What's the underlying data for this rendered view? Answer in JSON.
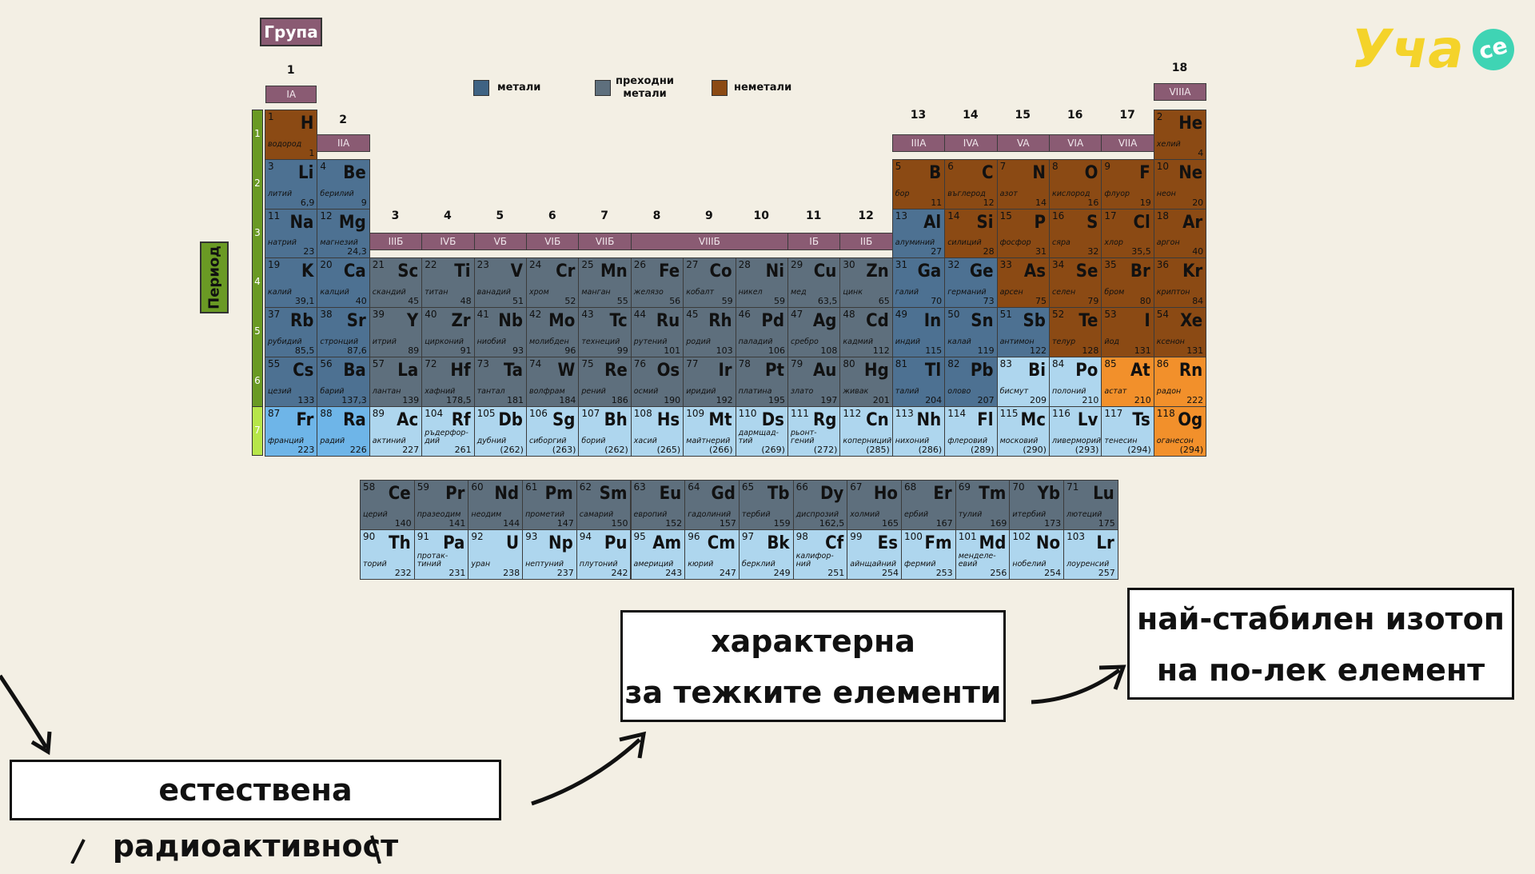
{
  "labels": {
    "group": "Група",
    "period": "Период"
  },
  "logo": {
    "text": "Уча",
    "badge": "се"
  },
  "legend": [
    {
      "label": "метали",
      "color": "#3f6383"
    },
    {
      "label": "преходни\nметали",
      "color": "#5e6f7d"
    },
    {
      "label": "неметали",
      "color": "#8b4a14"
    }
  ],
  "colors": {
    "metal": "#4d7192",
    "transition": "#5e6f7d",
    "nonmetal": "#8b4a14",
    "light": "#aed6ee",
    "blue": "#6eb5e8",
    "orange": "#f2902b",
    "roman": "#8a5b73",
    "periodbar": "#6a9a24"
  },
  "group_numbers": [
    "1",
    "2",
    "3",
    "4",
    "5",
    "6",
    "7",
    "8",
    "9",
    "10",
    "11",
    "12",
    "13",
    "14",
    "15",
    "16",
    "17",
    "18"
  ],
  "group_roman": {
    "1": "IA",
    "2": "IIA",
    "3": "IIIБ",
    "4": "IVБ",
    "5": "VБ",
    "6": "VIБ",
    "7": "VIIБ",
    "8": "VIIIБ",
    "11": "IБ",
    "12": "IIБ",
    "13": "IIIA",
    "14": "IVA",
    "15": "VA",
    "16": "VIA",
    "17": "VIIA",
    "18": "VIIIA"
  },
  "periods": [
    "1",
    "2",
    "3",
    "4",
    "5",
    "6",
    "7"
  ],
  "elements": [
    {
      "n": "1",
      "s": "H",
      "name": "водород",
      "m": "1",
      "p": 1,
      "g": 1,
      "c": "nonmetal"
    },
    {
      "n": "2",
      "s": "He",
      "name": "хелий",
      "m": "4",
      "p": 1,
      "g": 18,
      "c": "nonmetal"
    },
    {
      "n": "3",
      "s": "Li",
      "name": "литий",
      "m": "6,9",
      "p": 2,
      "g": 1,
      "c": "metal"
    },
    {
      "n": "4",
      "s": "Be",
      "name": "берилий",
      "m": "9",
      "p": 2,
      "g": 2,
      "c": "metal"
    },
    {
      "n": "5",
      "s": "B",
      "name": "бор",
      "m": "11",
      "p": 2,
      "g": 13,
      "c": "nonmetal"
    },
    {
      "n": "6",
      "s": "C",
      "name": "въглерод",
      "m": "12",
      "p": 2,
      "g": 14,
      "c": "nonmetal"
    },
    {
      "n": "7",
      "s": "N",
      "name": "азот",
      "m": "14",
      "p": 2,
      "g": 15,
      "c": "nonmetal"
    },
    {
      "n": "8",
      "s": "O",
      "name": "кислород",
      "m": "16",
      "p": 2,
      "g": 16,
      "c": "nonmetal"
    },
    {
      "n": "9",
      "s": "F",
      "name": "флуор",
      "m": "19",
      "p": 2,
      "g": 17,
      "c": "nonmetal"
    },
    {
      "n": "10",
      "s": "Ne",
      "name": "неон",
      "m": "20",
      "p": 2,
      "g": 18,
      "c": "nonmetal"
    },
    {
      "n": "11",
      "s": "Na",
      "name": "натрий",
      "m": "23",
      "p": 3,
      "g": 1,
      "c": "metal"
    },
    {
      "n": "12",
      "s": "Mg",
      "name": "магнезий",
      "m": "24,3",
      "p": 3,
      "g": 2,
      "c": "metal"
    },
    {
      "n": "13",
      "s": "Al",
      "name": "алуминий",
      "m": "27",
      "p": 3,
      "g": 13,
      "c": "metal"
    },
    {
      "n": "14",
      "s": "Si",
      "name": "силиций",
      "m": "28",
      "p": 3,
      "g": 14,
      "c": "nonmetal"
    },
    {
      "n": "15",
      "s": "P",
      "name": "фосфор",
      "m": "31",
      "p": 3,
      "g": 15,
      "c": "nonmetal"
    },
    {
      "n": "16",
      "s": "S",
      "name": "сяра",
      "m": "32",
      "p": 3,
      "g": 16,
      "c": "nonmetal"
    },
    {
      "n": "17",
      "s": "Cl",
      "name": "хлор",
      "m": "35,5",
      "p": 3,
      "g": 17,
      "c": "nonmetal"
    },
    {
      "n": "18",
      "s": "Ar",
      "name": "аргон",
      "m": "40",
      "p": 3,
      "g": 18,
      "c": "nonmetal"
    },
    {
      "n": "19",
      "s": "K",
      "name": "калий",
      "m": "39,1",
      "p": 4,
      "g": 1,
      "c": "metal"
    },
    {
      "n": "20",
      "s": "Ca",
      "name": "калций",
      "m": "40",
      "p": 4,
      "g": 2,
      "c": "metal"
    },
    {
      "n": "21",
      "s": "Sc",
      "name": "скандий",
      "m": "45",
      "p": 4,
      "g": 3,
      "c": "transition"
    },
    {
      "n": "22",
      "s": "Ti",
      "name": "титан",
      "m": "48",
      "p": 4,
      "g": 4,
      "c": "transition"
    },
    {
      "n": "23",
      "s": "V",
      "name": "ванадий",
      "m": "51",
      "p": 4,
      "g": 5,
      "c": "transition"
    },
    {
      "n": "24",
      "s": "Cr",
      "name": "хром",
      "m": "52",
      "p": 4,
      "g": 6,
      "c": "transition"
    },
    {
      "n": "25",
      "s": "Mn",
      "name": "манган",
      "m": "55",
      "p": 4,
      "g": 7,
      "c": "transition"
    },
    {
      "n": "26",
      "s": "Fe",
      "name": "желязо",
      "m": "56",
      "p": 4,
      "g": 8,
      "c": "transition"
    },
    {
      "n": "27",
      "s": "Co",
      "name": "кобалт",
      "m": "59",
      "p": 4,
      "g": 9,
      "c": "transition"
    },
    {
      "n": "28",
      "s": "Ni",
      "name": "никел",
      "m": "59",
      "p": 4,
      "g": 10,
      "c": "transition"
    },
    {
      "n": "29",
      "s": "Cu",
      "name": "мед",
      "m": "63,5",
      "p": 4,
      "g": 11,
      "c": "transition"
    },
    {
      "n": "30",
      "s": "Zn",
      "name": "цинк",
      "m": "65",
      "p": 4,
      "g": 12,
      "c": "transition"
    },
    {
      "n": "31",
      "s": "Ga",
      "name": "галий",
      "m": "70",
      "p": 4,
      "g": 13,
      "c": "metal"
    },
    {
      "n": "32",
      "s": "Ge",
      "name": "германий",
      "m": "73",
      "p": 4,
      "g": 14,
      "c": "metal"
    },
    {
      "n": "33",
      "s": "As",
      "name": "арсен",
      "m": "75",
      "p": 4,
      "g": 15,
      "c": "nonmetal"
    },
    {
      "n": "34",
      "s": "Se",
      "name": "селен",
      "m": "79",
      "p": 4,
      "g": 16,
      "c": "nonmetal"
    },
    {
      "n": "35",
      "s": "Br",
      "name": "бром",
      "m": "80",
      "p": 4,
      "g": 17,
      "c": "nonmetal"
    },
    {
      "n": "36",
      "s": "Kr",
      "name": "криптон",
      "m": "84",
      "p": 4,
      "g": 18,
      "c": "nonmetal"
    },
    {
      "n": "37",
      "s": "Rb",
      "name": "рубидий",
      "m": "85,5",
      "p": 5,
      "g": 1,
      "c": "metal"
    },
    {
      "n": "38",
      "s": "Sr",
      "name": "стронций",
      "m": "87,6",
      "p": 5,
      "g": 2,
      "c": "metal"
    },
    {
      "n": "39",
      "s": "Y",
      "name": "итрий",
      "m": "89",
      "p": 5,
      "g": 3,
      "c": "transition"
    },
    {
      "n": "40",
      "s": "Zr",
      "name": "цирконий",
      "m": "91",
      "p": 5,
      "g": 4,
      "c": "transition"
    },
    {
      "n": "41",
      "s": "Nb",
      "name": "ниобий",
      "m": "93",
      "p": 5,
      "g": 5,
      "c": "transition"
    },
    {
      "n": "42",
      "s": "Mo",
      "name": "молибден",
      "m": "96",
      "p": 5,
      "g": 6,
      "c": "transition"
    },
    {
      "n": "43",
      "s": "Tc",
      "name": "технеций",
      "m": "99",
      "p": 5,
      "g": 7,
      "c": "transition"
    },
    {
      "n": "44",
      "s": "Ru",
      "name": "рутений",
      "m": "101",
      "p": 5,
      "g": 8,
      "c": "transition"
    },
    {
      "n": "45",
      "s": "Rh",
      "name": "родий",
      "m": "103",
      "p": 5,
      "g": 9,
      "c": "transition"
    },
    {
      "n": "46",
      "s": "Pd",
      "name": "паладий",
      "m": "106",
      "p": 5,
      "g": 10,
      "c": "transition"
    },
    {
      "n": "47",
      "s": "Ag",
      "name": "сребро",
      "m": "108",
      "p": 5,
      "g": 11,
      "c": "transition"
    },
    {
      "n": "48",
      "s": "Cd",
      "name": "кадмий",
      "m": "112",
      "p": 5,
      "g": 12,
      "c": "transition"
    },
    {
      "n": "49",
      "s": "In",
      "name": "индий",
      "m": "115",
      "p": 5,
      "g": 13,
      "c": "metal"
    },
    {
      "n": "50",
      "s": "Sn",
      "name": "калай",
      "m": "119",
      "p": 5,
      "g": 14,
      "c": "metal"
    },
    {
      "n": "51",
      "s": "Sb",
      "name": "антимон",
      "m": "122",
      "p": 5,
      "g": 15,
      "c": "metal"
    },
    {
      "n": "52",
      "s": "Te",
      "name": "телур",
      "m": "128",
      "p": 5,
      "g": 16,
      "c": "nonmetal"
    },
    {
      "n": "53",
      "s": "I",
      "name": "йод",
      "m": "131",
      "p": 5,
      "g": 17,
      "c": "nonmetal"
    },
    {
      "n": "54",
      "s": "Xe",
      "name": "ксенон",
      "m": "131",
      "p": 5,
      "g": 18,
      "c": "nonmetal"
    },
    {
      "n": "55",
      "s": "Cs",
      "name": "цезий",
      "m": "133",
      "p": 6,
      "g": 1,
      "c": "metal"
    },
    {
      "n": "56",
      "s": "Ba",
      "name": "барий",
      "m": "137,3",
      "p": 6,
      "g": 2,
      "c": "metal"
    },
    {
      "n": "57",
      "s": "La",
      "name": "лантан",
      "m": "139",
      "p": 6,
      "g": 3,
      "c": "transition"
    },
    {
      "n": "72",
      "s": "Hf",
      "name": "хафний",
      "m": "178,5",
      "p": 6,
      "g": 4,
      "c": "transition"
    },
    {
      "n": "73",
      "s": "Ta",
      "name": "тантал",
      "m": "181",
      "p": 6,
      "g": 5,
      "c": "transition"
    },
    {
      "n": "74",
      "s": "W",
      "name": "волфрам",
      "m": "184",
      "p": 6,
      "g": 6,
      "c": "transition"
    },
    {
      "n": "75",
      "s": "Re",
      "name": "рений",
      "m": "186",
      "p": 6,
      "g": 7,
      "c": "transition"
    },
    {
      "n": "76",
      "s": "Os",
      "name": "осмий",
      "m": "190",
      "p": 6,
      "g": 8,
      "c": "transition"
    },
    {
      "n": "77",
      "s": "Ir",
      "name": "иридий",
      "m": "192",
      "p": 6,
      "g": 9,
      "c": "transition"
    },
    {
      "n": "78",
      "s": "Pt",
      "name": "платина",
      "m": "195",
      "p": 6,
      "g": 10,
      "c": "transition"
    },
    {
      "n": "79",
      "s": "Au",
      "name": "злато",
      "m": "197",
      "p": 6,
      "g": 11,
      "c": "transition"
    },
    {
      "n": "80",
      "s": "Hg",
      "name": "живак",
      "m": "201",
      "p": 6,
      "g": 12,
      "c": "transition"
    },
    {
      "n": "81",
      "s": "Tl",
      "name": "талий",
      "m": "204",
      "p": 6,
      "g": 13,
      "c": "metal"
    },
    {
      "n": "82",
      "s": "Pb",
      "name": "олово",
      "m": "207",
      "p": 6,
      "g": 14,
      "c": "metal"
    },
    {
      "n": "83",
      "s": "Bi",
      "name": "бисмут",
      "m": "209",
      "p": 6,
      "g": 15,
      "c": "light"
    },
    {
      "n": "84",
      "s": "Po",
      "name": "полоний",
      "m": "210",
      "p": 6,
      "g": 16,
      "c": "light"
    },
    {
      "n": "85",
      "s": "At",
      "name": "астат",
      "m": "210",
      "p": 6,
      "g": 17,
      "c": "orange"
    },
    {
      "n": "86",
      "s": "Rn",
      "name": "радон",
      "m": "222",
      "p": 6,
      "g": 18,
      "c": "orange"
    },
    {
      "n": "87",
      "s": "Fr",
      "name": "франций",
      "m": "223",
      "p": 7,
      "g": 1,
      "c": "blue"
    },
    {
      "n": "88",
      "s": "Ra",
      "name": "радий",
      "m": "226",
      "p": 7,
      "g": 2,
      "c": "blue"
    },
    {
      "n": "89",
      "s": "Ac",
      "name": "актиний",
      "m": "227",
      "p": 7,
      "g": 3,
      "c": "light"
    },
    {
      "n": "104",
      "s": "Rf",
      "name": "ръдерфор-\nдий",
      "m": "261",
      "p": 7,
      "g": 4,
      "c": "light"
    },
    {
      "n": "105",
      "s": "Db",
      "name": "дубний",
      "m": "(262)",
      "p": 7,
      "g": 5,
      "c": "light"
    },
    {
      "n": "106",
      "s": "Sg",
      "name": "сиборгий",
      "m": "(263)",
      "p": 7,
      "g": 6,
      "c": "light"
    },
    {
      "n": "107",
      "s": "Bh",
      "name": "борий",
      "m": "(262)",
      "p": 7,
      "g": 7,
      "c": "light"
    },
    {
      "n": "108",
      "s": "Hs",
      "name": "хасий",
      "m": "(265)",
      "p": 7,
      "g": 8,
      "c": "light"
    },
    {
      "n": "109",
      "s": "Mt",
      "name": "майтнерий",
      "m": "(266)",
      "p": 7,
      "g": 9,
      "c": "light"
    },
    {
      "n": "110",
      "s": "Ds",
      "name": "дармщад-\nтий",
      "m": "(269)",
      "p": 7,
      "g": 10,
      "c": "light"
    },
    {
      "n": "111",
      "s": "Rg",
      "name": "рьонт-\nгений",
      "m": "(272)",
      "p": 7,
      "g": 11,
      "c": "light"
    },
    {
      "n": "112",
      "s": "Cn",
      "name": "коперниций",
      "m": "(285)",
      "p": 7,
      "g": 12,
      "c": "light"
    },
    {
      "n": "113",
      "s": "Nh",
      "name": "нихоний",
      "m": "(286)",
      "p": 7,
      "g": 13,
      "c": "light"
    },
    {
      "n": "114",
      "s": "Fl",
      "name": "флеровий",
      "m": "(289)",
      "p": 7,
      "g": 14,
      "c": "light"
    },
    {
      "n": "115",
      "s": "Mc",
      "name": "московий",
      "m": "(290)",
      "p": 7,
      "g": 15,
      "c": "light"
    },
    {
      "n": "116",
      "s": "Lv",
      "name": "ливерморий",
      "m": "(293)",
      "p": 7,
      "g": 16,
      "c": "light"
    },
    {
      "n": "117",
      "s": "Ts",
      "name": "тенесин",
      "m": "(294)",
      "p": 7,
      "g": 17,
      "c": "light"
    },
    {
      "n": "118",
      "s": "Og",
      "name": "оганесон",
      "m": "(294)",
      "p": 7,
      "g": 18,
      "c": "orange"
    }
  ],
  "lanthanides": [
    {
      "n": "58",
      "s": "Ce",
      "name": "церий",
      "m": "140"
    },
    {
      "n": "59",
      "s": "Pr",
      "name": "празеодим",
      "m": "141"
    },
    {
      "n": "60",
      "s": "Nd",
      "name": "неодим",
      "m": "144"
    },
    {
      "n": "61",
      "s": "Pm",
      "name": "прометий",
      "m": "147"
    },
    {
      "n": "62",
      "s": "Sm",
      "name": "самарий",
      "m": "150"
    },
    {
      "n": "63",
      "s": "Eu",
      "name": "европий",
      "m": "152"
    },
    {
      "n": "64",
      "s": "Gd",
      "name": "гадолиний",
      "m": "157"
    },
    {
      "n": "65",
      "s": "Tb",
      "name": "тербий",
      "m": "159"
    },
    {
      "n": "66",
      "s": "Dy",
      "name": "диспрозий",
      "m": "162,5"
    },
    {
      "n": "67",
      "s": "Ho",
      "name": "холмий",
      "m": "165"
    },
    {
      "n": "68",
      "s": "Er",
      "name": "ербий",
      "m": "167"
    },
    {
      "n": "69",
      "s": "Tm",
      "name": "тулий",
      "m": "169"
    },
    {
      "n": "70",
      "s": "Yb",
      "name": "итербий",
      "m": "173"
    },
    {
      "n": "71",
      "s": "Lu",
      "name": "лютеций",
      "m": "175"
    }
  ],
  "actinides": [
    {
      "n": "90",
      "s": "Th",
      "name": "торий",
      "m": "232"
    },
    {
      "n": "91",
      "s": "Pa",
      "name": "протак-\nтиний",
      "m": "231"
    },
    {
      "n": "92",
      "s": "U",
      "name": "уран",
      "m": "238"
    },
    {
      "n": "93",
      "s": "Np",
      "name": "нептуний",
      "m": "237"
    },
    {
      "n": "94",
      "s": "Pu",
      "name": "плутоний",
      "m": "242"
    },
    {
      "n": "95",
      "s": "Am",
      "name": "америций",
      "m": "243"
    },
    {
      "n": "96",
      "s": "Cm",
      "name": "кюрий",
      "m": "247"
    },
    {
      "n": "97",
      "s": "Bk",
      "name": "берклий",
      "m": "249"
    },
    {
      "n": "98",
      "s": "Cf",
      "name": "калифор-\nний",
      "m": "251"
    },
    {
      "n": "99",
      "s": "Es",
      "name": "айнщайний",
      "m": "254"
    },
    {
      "n": "100",
      "s": "Fm",
      "name": "фермий",
      "m": "253"
    },
    {
      "n": "101",
      "s": "Md",
      "name": "менделе-\nевий",
      "m": "256"
    },
    {
      "n": "102",
      "s": "No",
      "name": "нобелий",
      "m": "254"
    },
    {
      "n": "103",
      "s": "Lr",
      "name": "лоуренсий",
      "m": "257"
    }
  ],
  "banners": {
    "natural": "естествена радиоактивност",
    "heavy_line1": "характерна",
    "heavy_line2": "за тежките елементи",
    "stable_line1": "най-стабилен изотоп",
    "stable_line2": "на по-лек елемент"
  }
}
